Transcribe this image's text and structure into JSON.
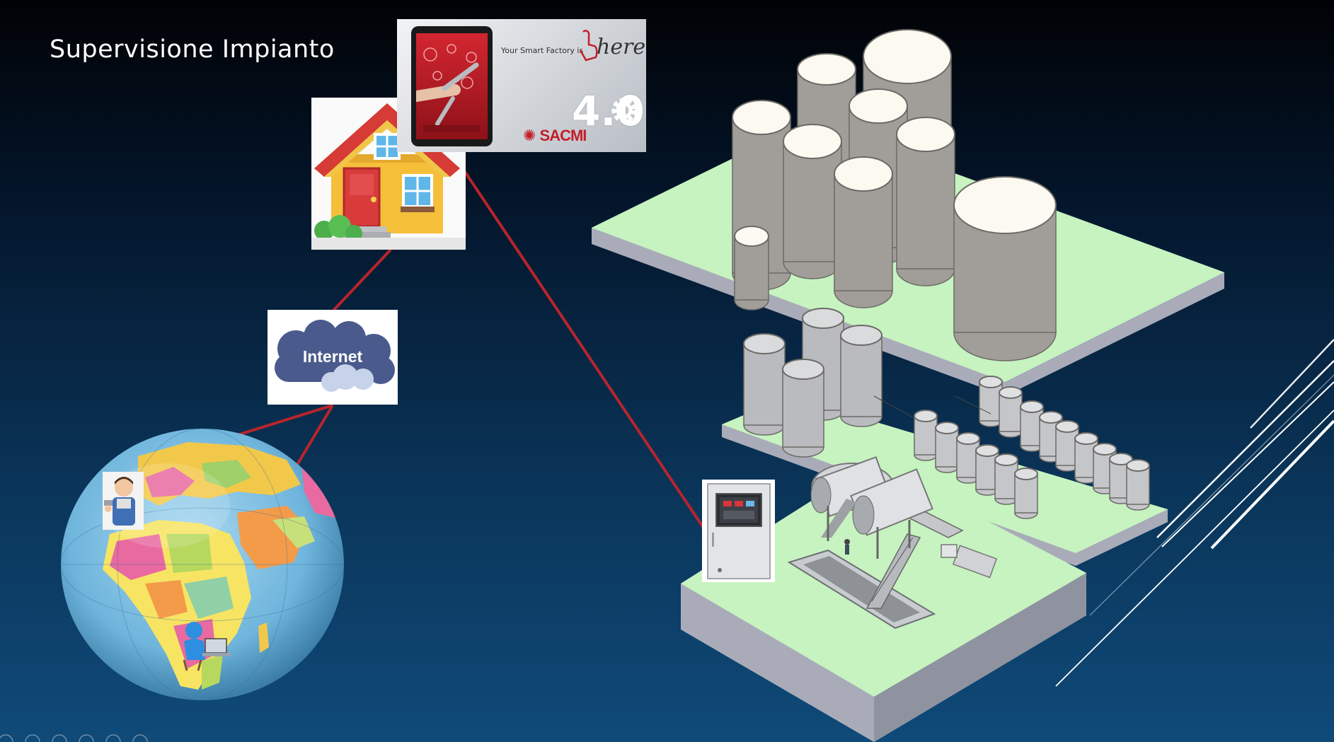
{
  "slide": {
    "title": "Supervisione Impianto"
  },
  "cards": {
    "home": {
      "icon": "house-icon"
    },
    "smart_factory": {
      "tagline": "Your Smart Factory is",
      "here_word": "here",
      "brand": "SACMI",
      "version": "4.0"
    },
    "internet": {
      "label": "Internet"
    },
    "globe": {
      "icon": "globe-icon"
    },
    "control_panel": {
      "icon": "control-panel-icon"
    }
  },
  "colors": {
    "connection_line": "#b8242c",
    "platform_top": "#c6f3c0",
    "platform_side": "#a9acb8",
    "sacmi_red": "#c21f2a",
    "background_dark": "#010205",
    "background_light": "#0f4a79"
  }
}
